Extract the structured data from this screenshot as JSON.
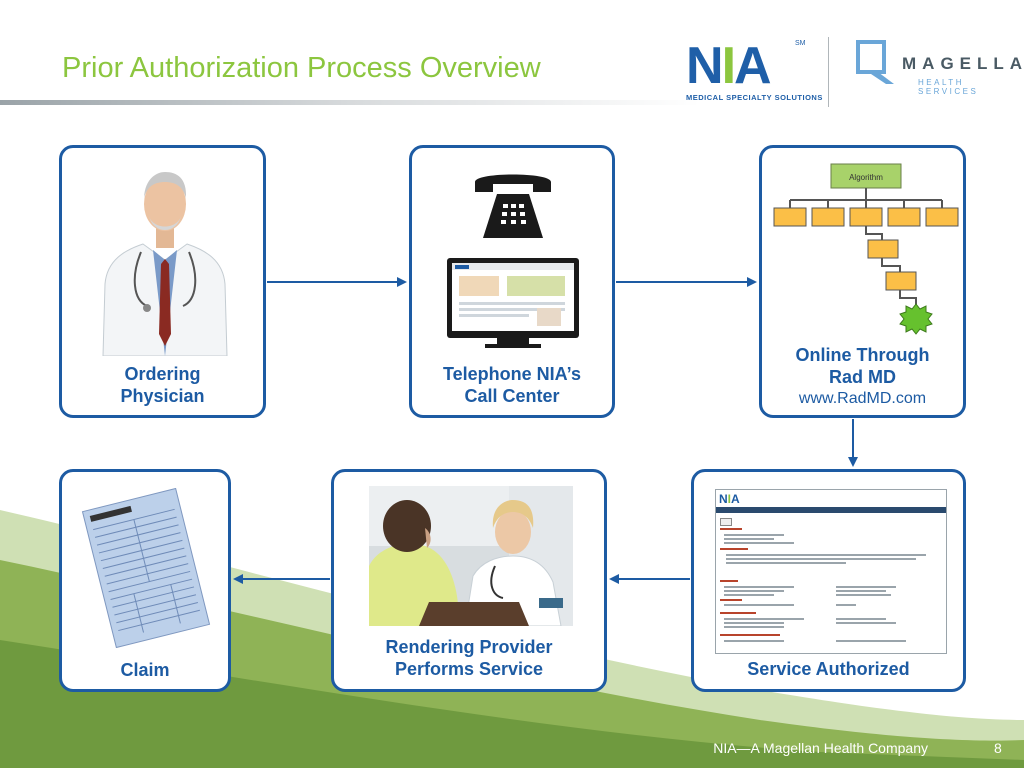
{
  "slide": {
    "title": "Prior Authorization Process Overview",
    "footer": "NIA—A Magellan Health Company",
    "page_number": "8"
  },
  "logos": {
    "nia_text_start": "N",
    "nia_text_mid": "I",
    "nia_text_end": "A",
    "nia_trademark": "SM",
    "nia_tagline": "MEDICAL SPECIALTY SOLUTIONS",
    "magellan_name": "MAGELLAN",
    "magellan_sub": "HEALTH SERVICES"
  },
  "steps": {
    "ordering_physician": {
      "line1": "Ordering",
      "line2": "Physician"
    },
    "call_center": {
      "line1": "Telephone NIA’s",
      "line2": "Call Center"
    },
    "online": {
      "line1": "Online Through",
      "line2": "Rad MD",
      "url": "www.RadMD.com",
      "algorithm_label": "Algorithm"
    },
    "service_authorized": {
      "label": "Service Authorized"
    },
    "rendering_provider": {
      "line1": "Rendering Provider",
      "line2": "Performs Service"
    },
    "claim": {
      "label": "Claim"
    }
  },
  "colors": {
    "title_green": "#8cc63f",
    "box_blue": "#1d5ba3",
    "node_orange": "#fbbf47",
    "algorithm_green": "#a8d26a",
    "wave_green": "#7fa64a"
  }
}
